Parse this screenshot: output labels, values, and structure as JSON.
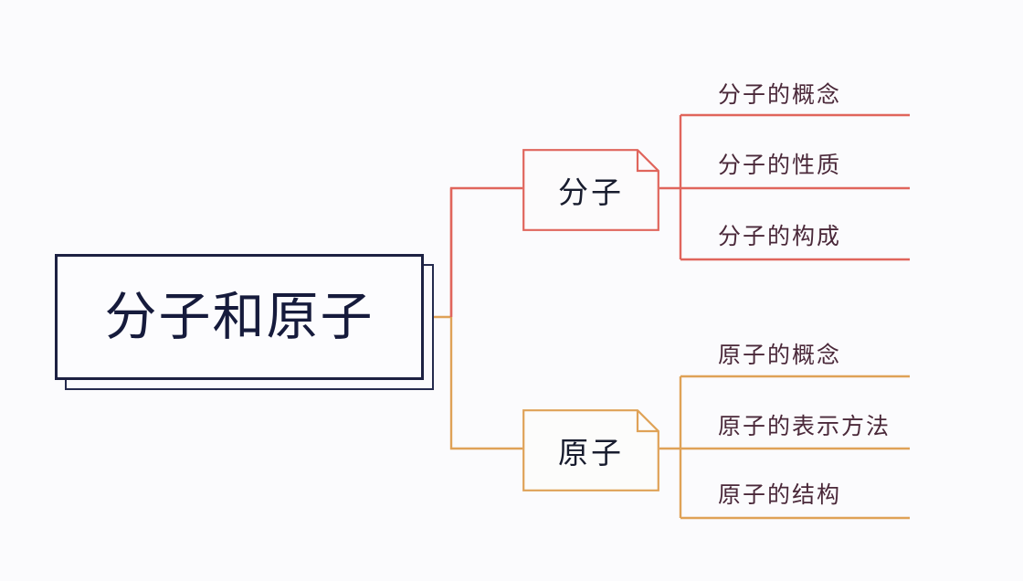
{
  "diagram": {
    "type": "mind-map",
    "background_color": "#fbfbfd",
    "root": {
      "label": "分子和原子",
      "text_color": "#161b3c",
      "border_color": "#1c2142"
    },
    "branches": [
      {
        "id": "molecule",
        "label": "分子",
        "color": "#e0655c",
        "text_color": "#181c2e",
        "leaves": [
          {
            "label": "分子的概念"
          },
          {
            "label": "分子的性质"
          },
          {
            "label": "分子的构成"
          }
        ]
      },
      {
        "id": "atom",
        "label": "原子",
        "color": "#dfa257",
        "text_color": "#181c2e",
        "leaves": [
          {
            "label": "原子的概念"
          },
          {
            "label": "原子的表示方法"
          },
          {
            "label": "原子的结构"
          }
        ]
      }
    ],
    "leaf_text_color": "#4a2839"
  }
}
